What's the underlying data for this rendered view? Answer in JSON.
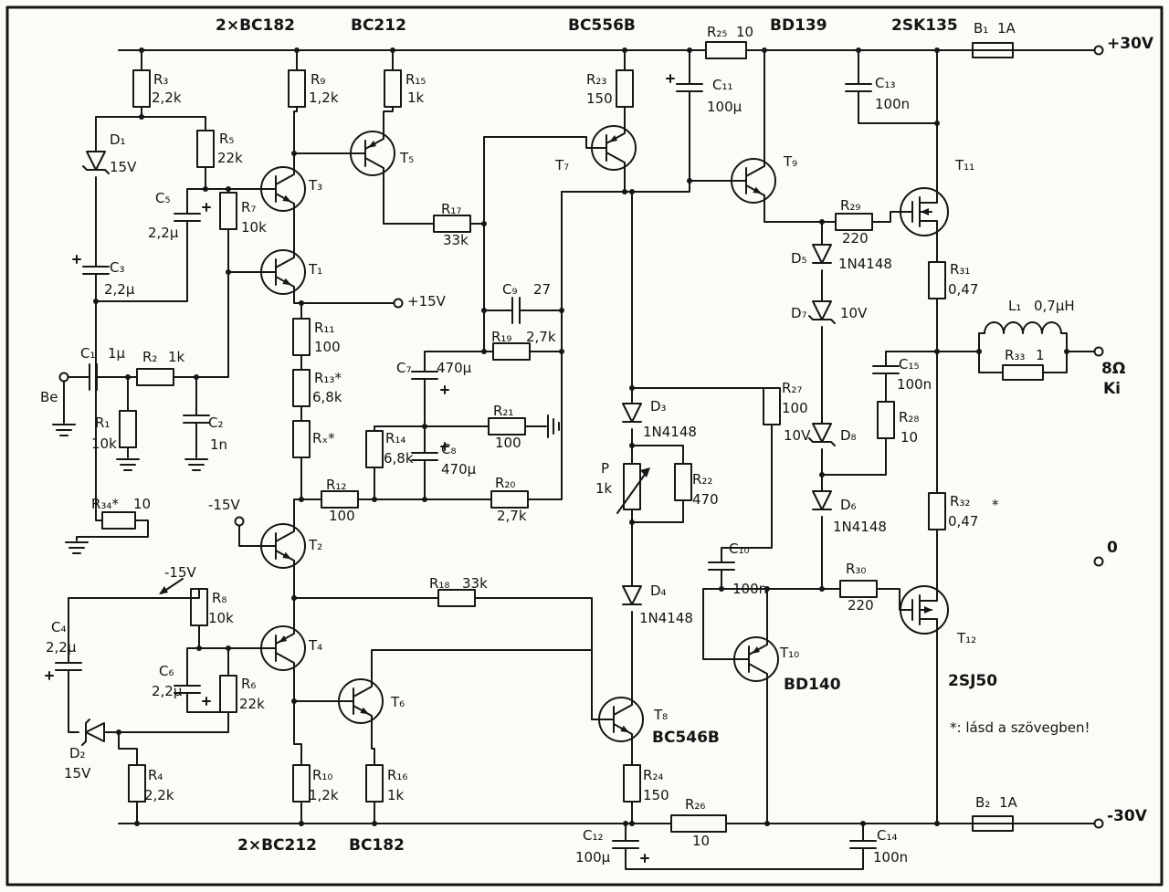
{
  "schematic": {
    "power": {
      "p30": "+30V",
      "n30": "-30V",
      "p15": "+15V",
      "n15": "-15V",
      "zero": "0"
    },
    "io": {
      "input": "Be",
      "output": "Ki",
      "load": "8Ω"
    },
    "note": "*: lásd a szövegben!",
    "misc": {
      "star": "*"
    },
    "types": {
      "t13": "2×BC182",
      "t5": "BC212",
      "t7": "BC556B",
      "t9": "BD139",
      "t11": "2SK135",
      "t24": "2×BC212",
      "t6": "BC182",
      "t8": "BC546B",
      "t10": "BD140",
      "t12": "2SJ50"
    }
  },
  "parts": {
    "R1": {
      "ref": "R₁",
      "value": "10k"
    },
    "R2": {
      "ref": "R₂",
      "value": "1k"
    },
    "R3": {
      "ref": "R₃",
      "value": "2,2k"
    },
    "R4": {
      "ref": "R₄",
      "value": "2,2k"
    },
    "R5": {
      "ref": "R₅",
      "value": "22k"
    },
    "R6": {
      "ref": "R₆",
      "value": "22k"
    },
    "R7": {
      "ref": "R₇",
      "value": "10k"
    },
    "R8": {
      "ref": "R₈",
      "value": "10k"
    },
    "R9": {
      "ref": "R₉",
      "value": "1,2k"
    },
    "R10": {
      "ref": "R₁₀",
      "value": "1,2k"
    },
    "R11": {
      "ref": "R₁₁",
      "value": "100"
    },
    "R12": {
      "ref": "R₁₂",
      "value": "100"
    },
    "R13": {
      "ref": "R₁₃*",
      "value": "6,8k"
    },
    "R14": {
      "ref": "R₁₄",
      "value": "6,8k"
    },
    "R15": {
      "ref": "R₁₅",
      "value": "1k"
    },
    "R16": {
      "ref": "R₁₆",
      "value": "1k"
    },
    "R17": {
      "ref": "R₁₇",
      "value": "33k"
    },
    "R18": {
      "ref": "R₁₈",
      "value": "33k"
    },
    "R19": {
      "ref": "R₁₉",
      "value": "2,7k"
    },
    "R20": {
      "ref": "R₂₀",
      "value": "2,7k"
    },
    "R21": {
      "ref": "R₂₁",
      "value": "100"
    },
    "R22": {
      "ref": "R₂₂",
      "value": "470"
    },
    "R23": {
      "ref": "R₂₃",
      "value": "150"
    },
    "R24": {
      "ref": "R₂₄",
      "value": "150"
    },
    "R25": {
      "ref": "R₂₅",
      "value": "10"
    },
    "R26": {
      "ref": "R₂₆",
      "value": "10"
    },
    "R27": {
      "ref": "R₂₇",
      "value": "100"
    },
    "R28": {
      "ref": "R₂₈",
      "value": "10"
    },
    "R29": {
      "ref": "R₂₉",
      "value": "220"
    },
    "R30": {
      "ref": "R₃₀",
      "value": "220"
    },
    "R31": {
      "ref": "R₃₁",
      "value": "0,47"
    },
    "R32": {
      "ref": "R₃₂",
      "value": "0,47"
    },
    "R33": {
      "ref": "R₃₃",
      "value": "1"
    },
    "R34": {
      "ref": "R₃₄*",
      "value": "10"
    },
    "Rx": {
      "ref": "Rₓ*",
      "value": ""
    },
    "P": {
      "ref": "P",
      "value": "1k"
    },
    "C1": {
      "ref": "C₁",
      "value": "1µ"
    },
    "C2": {
      "ref": "C₂",
      "value": "1n"
    },
    "C3": {
      "ref": "C₃",
      "value": "2,2µ"
    },
    "C4": {
      "ref": "C₄",
      "value": "2,2µ"
    },
    "C5": {
      "ref": "C₅",
      "value": "2,2µ"
    },
    "C6": {
      "ref": "C₆",
      "value": "2,2µ"
    },
    "C7": {
      "ref": "C₇",
      "value": "470µ"
    },
    "C8": {
      "ref": "C₈",
      "value": "470µ"
    },
    "C9": {
      "ref": "C₉",
      "value": "27"
    },
    "C10": {
      "ref": "C₁₀",
      "value": "100n"
    },
    "C11": {
      "ref": "C₁₁",
      "value": "100µ"
    },
    "C12": {
      "ref": "C₁₂",
      "value": "100µ"
    },
    "C13": {
      "ref": "C₁₃",
      "value": "100n"
    },
    "C14": {
      "ref": "C₁₄",
      "value": "100n"
    },
    "C15": {
      "ref": "C₁₅",
      "value": "100n"
    },
    "D1": {
      "ref": "D₁",
      "value": "15V"
    },
    "D2": {
      "ref": "D₂",
      "value": "15V"
    },
    "D3": {
      "ref": "D₃",
      "value": "1N4148"
    },
    "D4": {
      "ref": "D₄",
      "value": "1N4148"
    },
    "D5": {
      "ref": "D₅",
      "value": "1N4148"
    },
    "D6": {
      "ref": "D₆",
      "value": "1N4148"
    },
    "D7": {
      "ref": "D₇",
      "value": "10V"
    },
    "D8": {
      "ref": "D₈",
      "value": "10V"
    },
    "T1": {
      "ref": "T₁"
    },
    "T2": {
      "ref": "T₂"
    },
    "T3": {
      "ref": "T₃"
    },
    "T4": {
      "ref": "T₄"
    },
    "T5": {
      "ref": "T₅"
    },
    "T6": {
      "ref": "T₆"
    },
    "T7": {
      "ref": "T₇"
    },
    "T8": {
      "ref": "T₈"
    },
    "T9": {
      "ref": "T₉"
    },
    "T10": {
      "ref": "T₁₀"
    },
    "T11": {
      "ref": "T₁₁"
    },
    "T12": {
      "ref": "T₁₂"
    },
    "L1": {
      "ref": "L₁",
      "value": "0,7µH"
    },
    "B1": {
      "ref": "B₁",
      "value": "1A"
    },
    "B2": {
      "ref": "B₂",
      "value": "1A"
    }
  }
}
